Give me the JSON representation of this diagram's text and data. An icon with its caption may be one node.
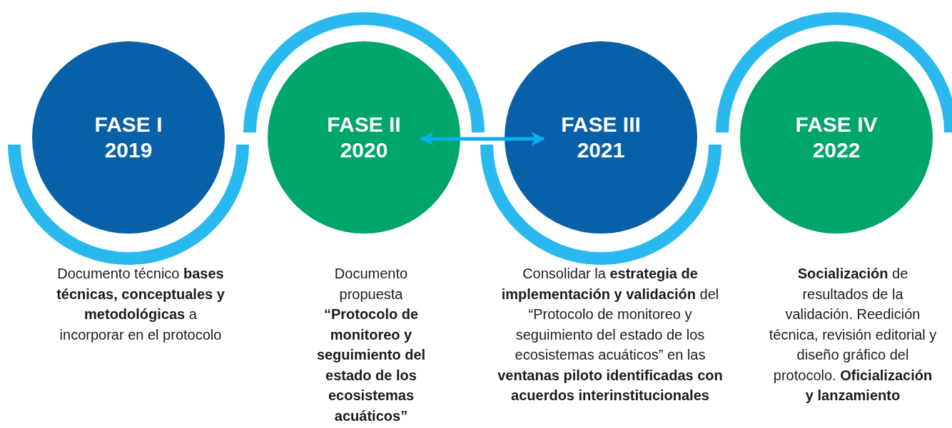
{
  "diagram": {
    "nodes": [
      {
        "text": [
          "FASE I 2019"
        ],
        "beside": [
          "Documento técnico **bases técnicas, conceptuales y metodológicas** a incorporar en el protocolo"
        ]
      },
      {
        "text": [
          "FASE II 2020"
        ],
        "beside": [
          "Documento propuesta **“Protocolo de monitoreo y seguimiento del estado de los ecosistemas acuáticos”**"
        ]
      },
      {
        "text": [
          "FASE III 2021"
        ],
        "beside": [
          "Consolidar la **estrategia de implementación y validación** del “Protocolo de monitoreo y seguimiento del estado de los ecosistemas acuáticos” en las **ventanas piloto identificadas con acuerdos interinstitucionales**"
        ]
      },
      {
        "text": [
          "FASE IV 2022"
        ],
        "beside": [
          "**Socialización** de resultados de la validación. Reedición técnica, revisión editorial y diseño gráfico del protocolo. **Oficialización y lanzamiento**"
        ]
      }
    ],
    "edges": [
      {
        "from": 1,
        "to": 2,
        "arrow": "both"
      }
    ]
  }
}
